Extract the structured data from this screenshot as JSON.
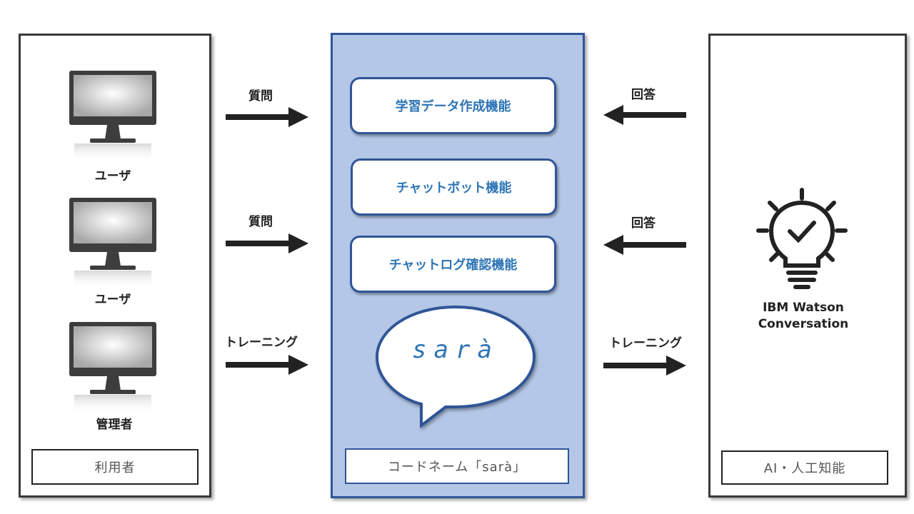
{
  "columns": {
    "left": {
      "footer": "利用者"
    },
    "center": {
      "footer": "コードネーム「sarà」"
    },
    "right": {
      "footer": "AI・人工知能"
    }
  },
  "devices": [
    {
      "label": "ユーザ",
      "icon": "monitor-icon"
    },
    {
      "label": "ユーザ",
      "icon": "monitor-icon"
    },
    {
      "label": "管理者",
      "icon": "monitor-icon"
    }
  ],
  "features": [
    {
      "label": "学習データ作成機能"
    },
    {
      "label": "チャットボット機能"
    },
    {
      "label": "チャットログ確認機能"
    }
  ],
  "speech_bubble": {
    "text": "sarà",
    "icon": "speech-bubble-icon"
  },
  "arrows_left": [
    {
      "label": "質問",
      "direction": "right"
    },
    {
      "label": "質問",
      "direction": "right"
    },
    {
      "label": "トレーニング",
      "direction": "right"
    }
  ],
  "arrows_right": [
    {
      "label": "回答",
      "direction": "left"
    },
    {
      "label": "回答",
      "direction": "left"
    },
    {
      "label": "トレーニング",
      "direction": "right"
    }
  ],
  "ai": {
    "name_line1": "IBM Watson",
    "name_line2": "Conversation",
    "icon": "lightbulb-check-icon"
  },
  "colors": {
    "center_fill": "#b4c7e7",
    "center_border": "#2f5597",
    "feature_text": "#2e75b6",
    "arrow": "#222222"
  }
}
